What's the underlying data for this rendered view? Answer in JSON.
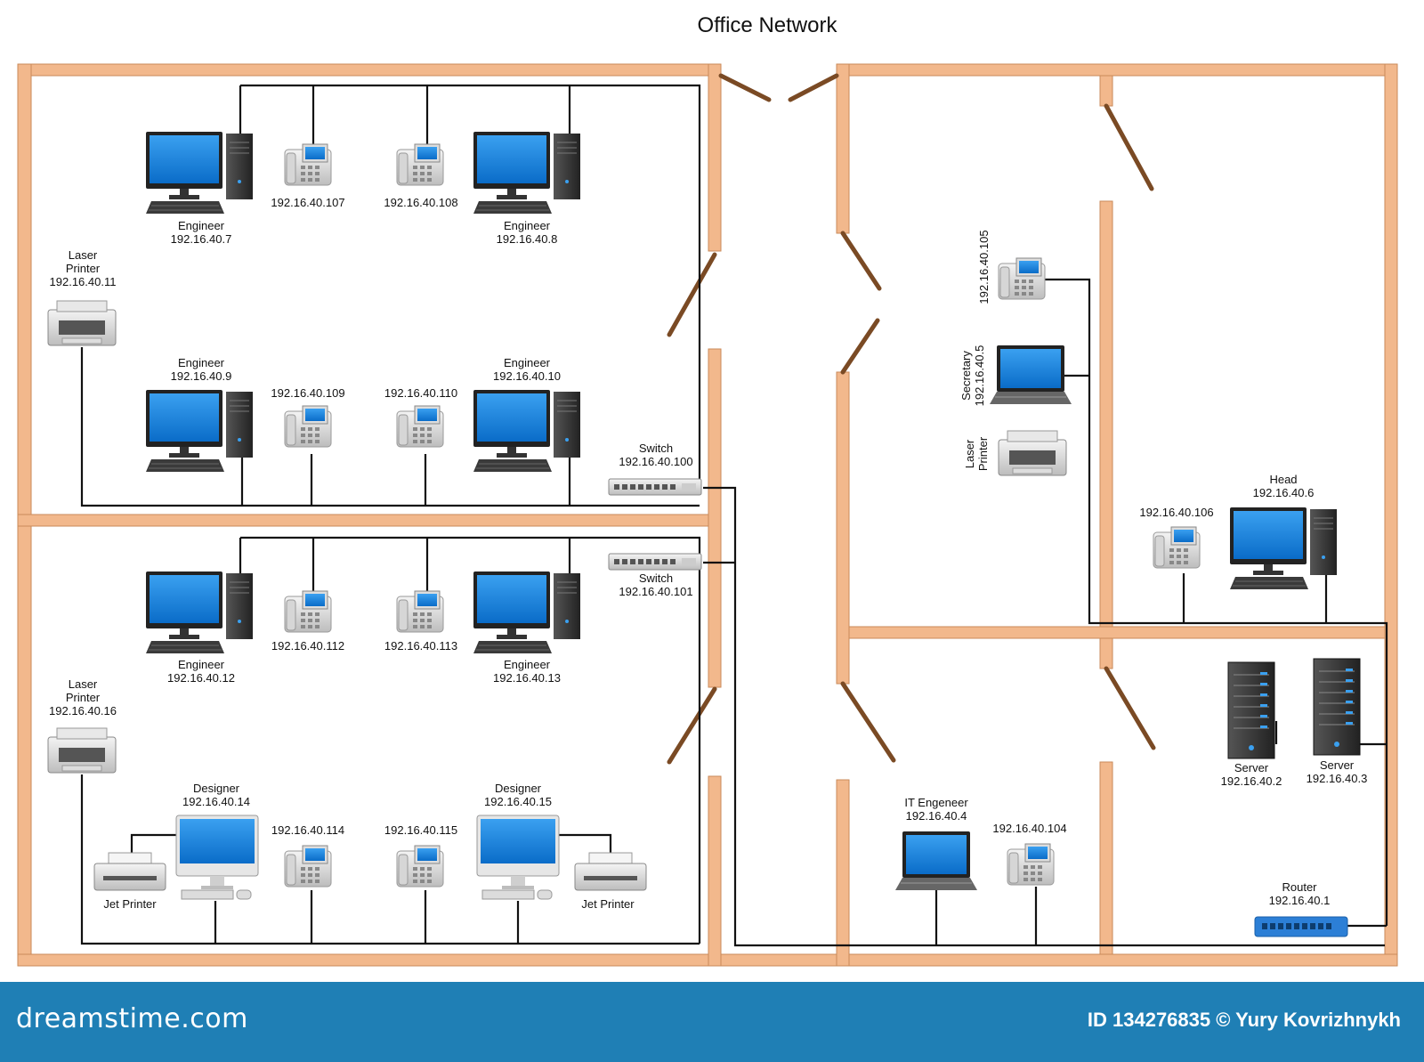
{
  "title": "Office Network",
  "labels": {
    "printer_tl": [
      "Laser",
      "Printer",
      "192.16.40.11"
    ],
    "eng_7": [
      "Engineer",
      "192.16.40.7"
    ],
    "eng_8": [
      "Engineer",
      "192.16.40.8"
    ],
    "phone_107": "192.16.40.107",
    "phone_108": "192.16.40.108",
    "eng_9": [
      "Engineer",
      "192.16.40.9"
    ],
    "eng_10": [
      "Engineer",
      "192.16.40.10"
    ],
    "phone_109": "192.16.40.109",
    "phone_110": "192.16.40.110",
    "switch_100": [
      "Switch",
      "192.16.40.100"
    ],
    "switch_101": [
      "Switch",
      "192.16.40.101"
    ],
    "eng_12": [
      "Engineer",
      "192.16.40.12"
    ],
    "eng_13": [
      "Engineer",
      "192.16.40.13"
    ],
    "phone_112": "192.16.40.112",
    "phone_113": "192.16.40.113",
    "printer_bl": [
      "Laser",
      "Printer",
      "192.16.40.16"
    ],
    "des_14": [
      "Designer",
      "192.16.40.14"
    ],
    "des_15": [
      "Designer",
      "192.16.40.15"
    ],
    "phone_114": "192.16.40.114",
    "phone_115": "192.16.40.115",
    "jet_1": "Jet Printer",
    "jet_2": "Jet Printer",
    "phone_105": "192.16.40.105",
    "secretary": [
      "Secretary",
      "192.16.40.5"
    ],
    "sec_printer": [
      "Laser",
      "Printer"
    ],
    "head": [
      "Head",
      "192.16.40.6"
    ],
    "phone_106": "192.16.40.106",
    "server_2": [
      "Server",
      "192.16.40.2"
    ],
    "server_3": [
      "Server",
      "192.16.40.3"
    ],
    "it_eng": [
      "IT Engeneer",
      "192.16.40.4"
    ],
    "phone_104": "192.16.40.104",
    "router": [
      "Router",
      "192.16.40.1"
    ]
  },
  "footer": {
    "brand": "dreamstime.com",
    "credit": "ID 134276835 © Yury Kovrizhnykh"
  },
  "colors": {
    "wall": "#f2b88c",
    "wall_edge": "#c98a5a",
    "door": "#7a4a24",
    "screen": "#1a86e0",
    "footer": "#1f7fb5"
  }
}
